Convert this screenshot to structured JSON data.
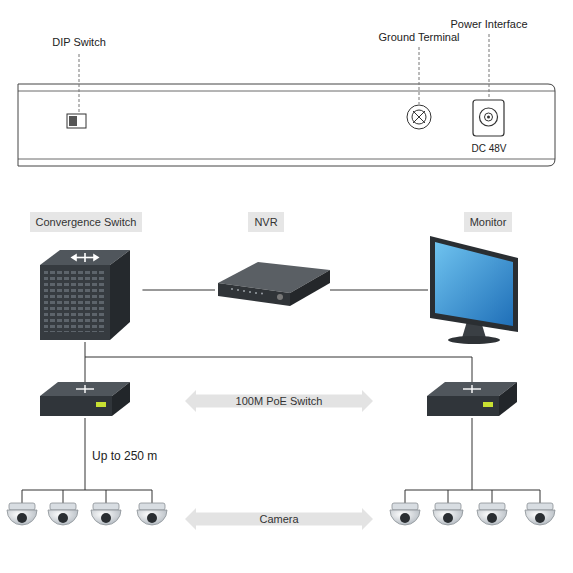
{
  "diagram": {
    "nodes": [
      {
        "text": [
          "Convergence Switch"
        ]
      },
      {
        "text": [
          "NVR"
        ]
      },
      {
        "text": [
          "Monitor"
        ]
      },
      {
        "text": [
          "100M PoE Switch"
        ]
      },
      {
        "text": [
          "Camera"
        ]
      }
    ],
    "edges": [
      {
        "from": 0,
        "to": 1,
        "arrow": "none"
      },
      {
        "from": 1,
        "to": 2,
        "arrow": "none"
      }
    ],
    "labels": [
      "DIP Switch",
      "Ground Terminal",
      "Power Interface",
      "DC 48V",
      "Up to 250 m"
    ]
  }
}
